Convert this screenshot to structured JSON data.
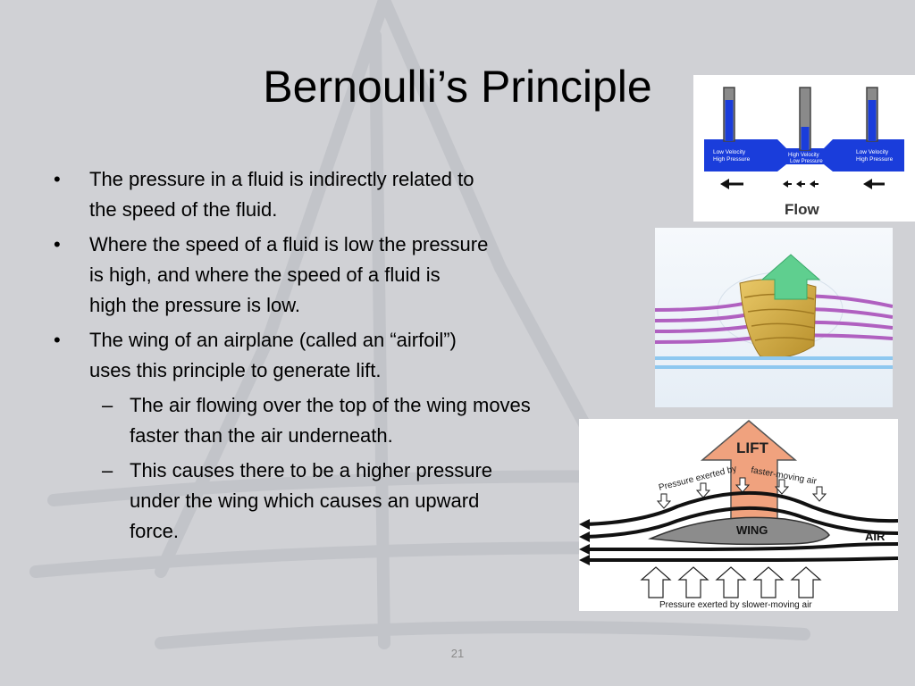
{
  "slide": {
    "title": "Bernoulli’s Principle",
    "page_number": "21"
  },
  "bullets": [
    {
      "marker": "•",
      "lines": [
        "The pressure in a fluid is indirectly related to",
        "the speed of the fluid."
      ]
    },
    {
      "marker": "•",
      "lines": [
        "Where the speed of a fluid is low the pressure",
        "is high, and where the speed of a fluid is",
        "high the pressure is low."
      ]
    },
    {
      "marker": "•",
      "lines": [
        "The wing of an airplane (called an “airfoil”)",
        "uses this principle to generate lift."
      ]
    }
  ],
  "sub_bullets": [
    {
      "marker": "–",
      "lines": [
        "The air flowing over the top of the wing moves",
        "faster than the air underneath."
      ]
    },
    {
      "marker": "–",
      "lines": [
        "This causes there to be a higher pressure",
        "under the wing which causes an upward",
        "force."
      ]
    }
  ],
  "venturi_figure": {
    "left_label_1": "Low Velocity",
    "left_label_2": "High Pressure",
    "middle_label_1": "High Velocity",
    "middle_label_2": "Low Pressure",
    "right_label_1": "Low Velocity",
    "right_label_2": "High Pressure",
    "flow_label": "Flow"
  },
  "lift_figure": {
    "lift_label": "LIFT",
    "wing_label": "WING",
    "air_label": "AIR",
    "top_pressure_label": "Pressure exerted by",
    "top_pressure_label_2": "faster-moving air",
    "bottom_pressure_label": "Pressure exerted by slower-moving air"
  },
  "colors": {
    "background": "#d0d1d5",
    "water_blue": "#1a3ddb",
    "lift_arrow": "#f0a27e",
    "wing_gray": "#8c8c8c",
    "stream_purple": "#b060c0",
    "stream_blue": "#8ec8f0",
    "airfoil_gold": "#d9b24a",
    "up_arrow_green": "#5fcf8f"
  }
}
